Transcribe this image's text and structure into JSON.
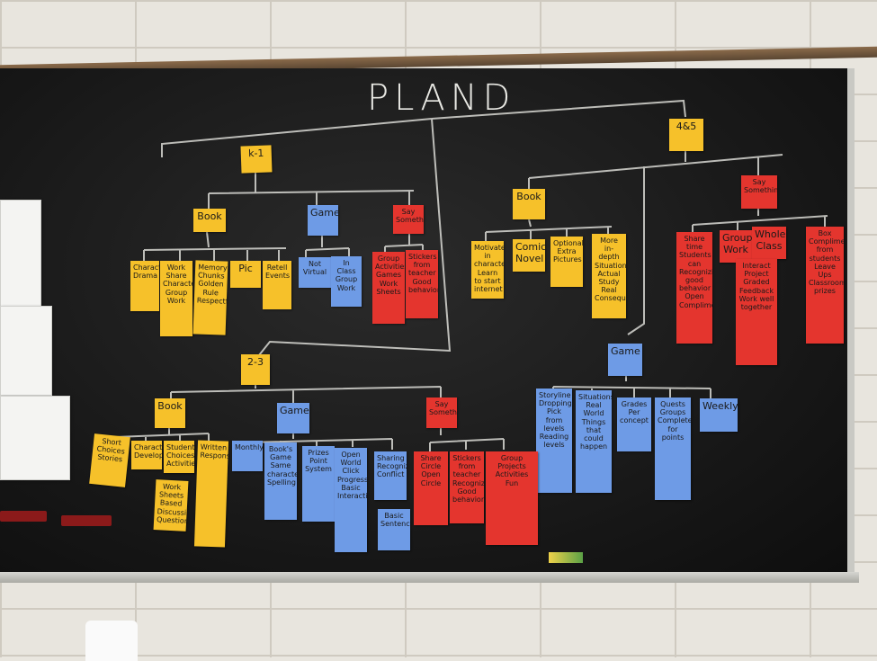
{
  "board_title": "PLAND",
  "notes": {
    "k1": "k-1",
    "k1_book": "Book",
    "k1_game": "Game",
    "k1_say": "Say Something",
    "b_a": "Characters Drama",
    "b_b": "Work Share Characters Group Work",
    "b_c": "Memory Chunks Golden Rule Respectful",
    "b_d": "Pic",
    "b_e": "Retell Events",
    "g_a": "Not Virtual",
    "g_b": "In Class Group Work",
    "s_a": "Group Activities Games Work Sheets",
    "s_b": "Stickers from teacher Good behavior",
    "k45": "4&5",
    "k45_book": "Book",
    "k45_say": "Say Something",
    "m_a": "Motivate in characters Learn to start internet",
    "m_b": "Comic Novel",
    "m_c": "Optional Extra Pictures",
    "m_d": "More in-depth Situation Actual Study Real Consequence",
    "m_e": "Share time Students can Recognizing good behavior Open Compliments",
    "m_f": "Group Work",
    "m_g": "Whole Class",
    "m_h": "Interact Project Graded Feedback Work well together",
    "m_i": "Box Compliments from students Leave Ups Classroom prizes",
    "k45_game": "Game",
    "gm_a": "Storyline Dropping Pick from levels Reading levels",
    "gm_b": "Situations Real World Things that could happen",
    "gm_c": "Grades Per concept",
    "gm_d": "Quests Groups Complete for points",
    "gm_e": "Weekly",
    "k23": "2-3",
    "k23_book": "Book",
    "k23_game": "Game",
    "k23_say": "Say Something",
    "lb_a": "Short Choices Stories",
    "lb_b": "Characters Developed",
    "lb_c": "Student Choices Activities",
    "lb_d": "Work Sheets Based Discussion Questions",
    "lb_e": "Written Responses",
    "lg_a": "Monthly",
    "lg_b": "Book's Game Same characters Spelling",
    "lg_c": "Prizes Point System",
    "lg_d": "Open World Click Progress Basic Interactions",
    "lg_e": "Sharing Recognizing Conflict",
    "lg_f": "Basic Sentences",
    "ls_a": "Share Circle Open Circle",
    "ls_b": "Stickers from teacher Recognizing Good behavior",
    "ls_c": "Group Projects Activities Fun"
  }
}
